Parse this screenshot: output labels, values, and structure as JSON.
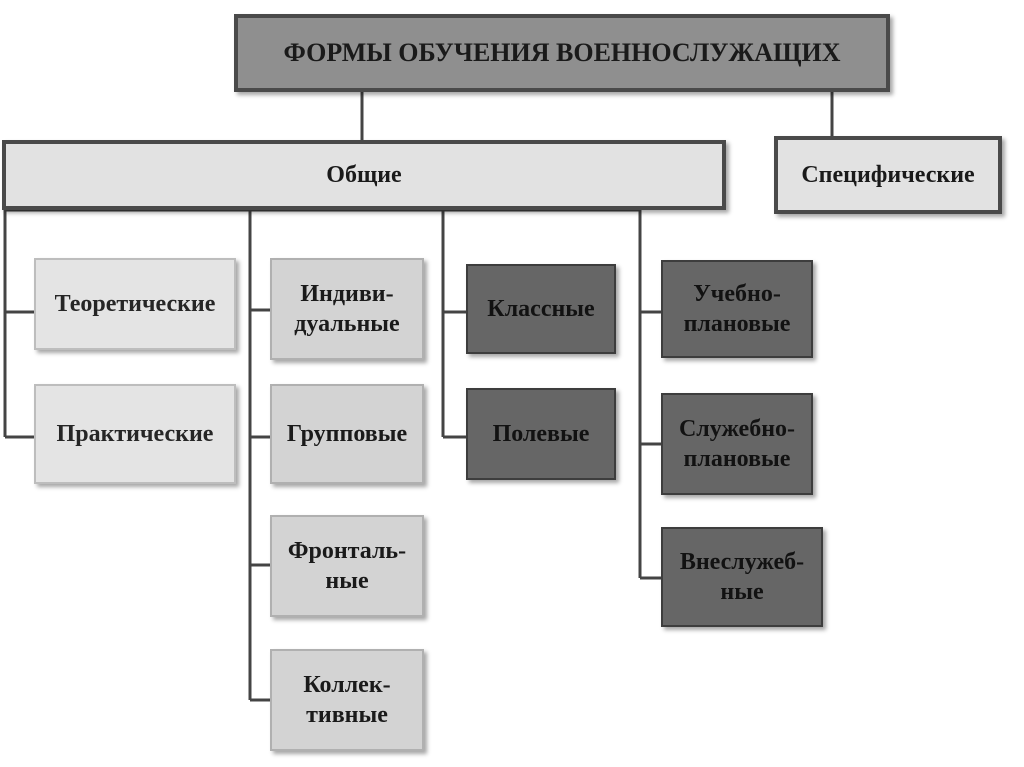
{
  "title": "ФОРМЫ ОБУЧЕНИЯ ВОЕННОСЛУЖАЩИХ",
  "general": "Общие",
  "specific": "Специфические",
  "col1": [
    "Теоретические",
    "Практические"
  ],
  "col2": [
    "Индиви-\nдуальные",
    "Групповые",
    "Фронталь-\nные",
    "Коллек-\nтивные"
  ],
  "col3": [
    "Классные",
    "Полевые"
  ],
  "col4": [
    "Учебно-\nплановые",
    "Служебно-\nплановые",
    "Внеслужеб-\nные"
  ]
}
